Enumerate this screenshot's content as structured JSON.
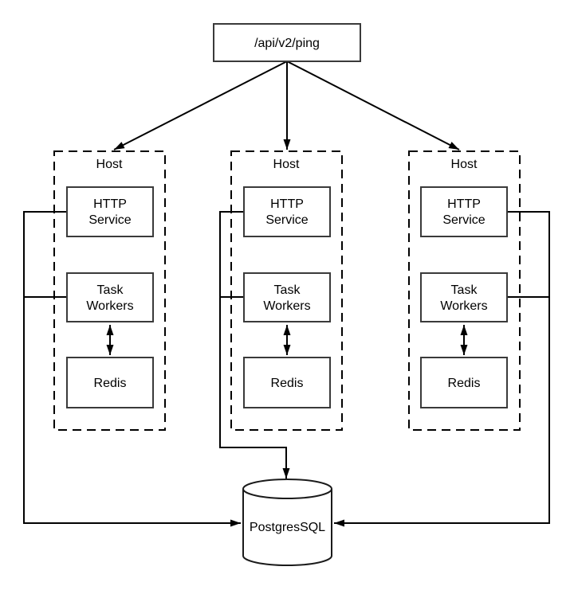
{
  "api_box": {
    "label": "/api/v2/ping"
  },
  "hosts": [
    {
      "label": "Host",
      "http_service": {
        "line1": "HTTP",
        "line2": "Service"
      },
      "task_workers": {
        "line1": "Task",
        "line2": "Workers"
      },
      "redis": {
        "label": "Redis"
      }
    },
    {
      "label": "Host",
      "http_service": {
        "line1": "HTTP",
        "line2": "Service"
      },
      "task_workers": {
        "line1": "Task",
        "line2": "Workers"
      },
      "redis": {
        "label": "Redis"
      }
    },
    {
      "label": "Host",
      "http_service": {
        "line1": "HTTP",
        "line2": "Service"
      },
      "task_workers": {
        "line1": "Task",
        "line2": "Workers"
      },
      "redis": {
        "label": "Redis"
      }
    }
  ],
  "database": {
    "label": "PostgresSQL"
  },
  "connections": [
    {
      "from": "/api/v2/ping",
      "to": "Host 1",
      "style": "arrow"
    },
    {
      "from": "/api/v2/ping",
      "to": "Host 2",
      "style": "arrow"
    },
    {
      "from": "/api/v2/ping",
      "to": "Host 3",
      "style": "arrow"
    },
    {
      "from": "Host 1 HTTP Service",
      "to": "PostgresSQL",
      "style": "arrow"
    },
    {
      "from": "Host 1 Task Workers",
      "to": "PostgresSQL",
      "style": "arrow"
    },
    {
      "from": "Host 2 HTTP Service",
      "to": "PostgresSQL",
      "style": "arrow"
    },
    {
      "from": "Host 2 Task Workers",
      "to": "PostgresSQL",
      "style": "arrow"
    },
    {
      "from": "Host 3 HTTP Service",
      "to": "PostgresSQL",
      "style": "arrow"
    },
    {
      "from": "Host 3 Task Workers",
      "to": "PostgresSQL",
      "style": "arrow"
    },
    {
      "from": "Host 1 Task Workers",
      "to": "Host 1 Redis",
      "style": "double-arrow"
    },
    {
      "from": "Host 2 Task Workers",
      "to": "Host 2 Redis",
      "style": "double-arrow"
    },
    {
      "from": "Host 3 Task Workers",
      "to": "Host 3 Redis",
      "style": "double-arrow"
    }
  ],
  "colors": {
    "background": "#ffffff",
    "line": "#000000",
    "box_border": "#3a3a3a",
    "text": "#000000"
  }
}
